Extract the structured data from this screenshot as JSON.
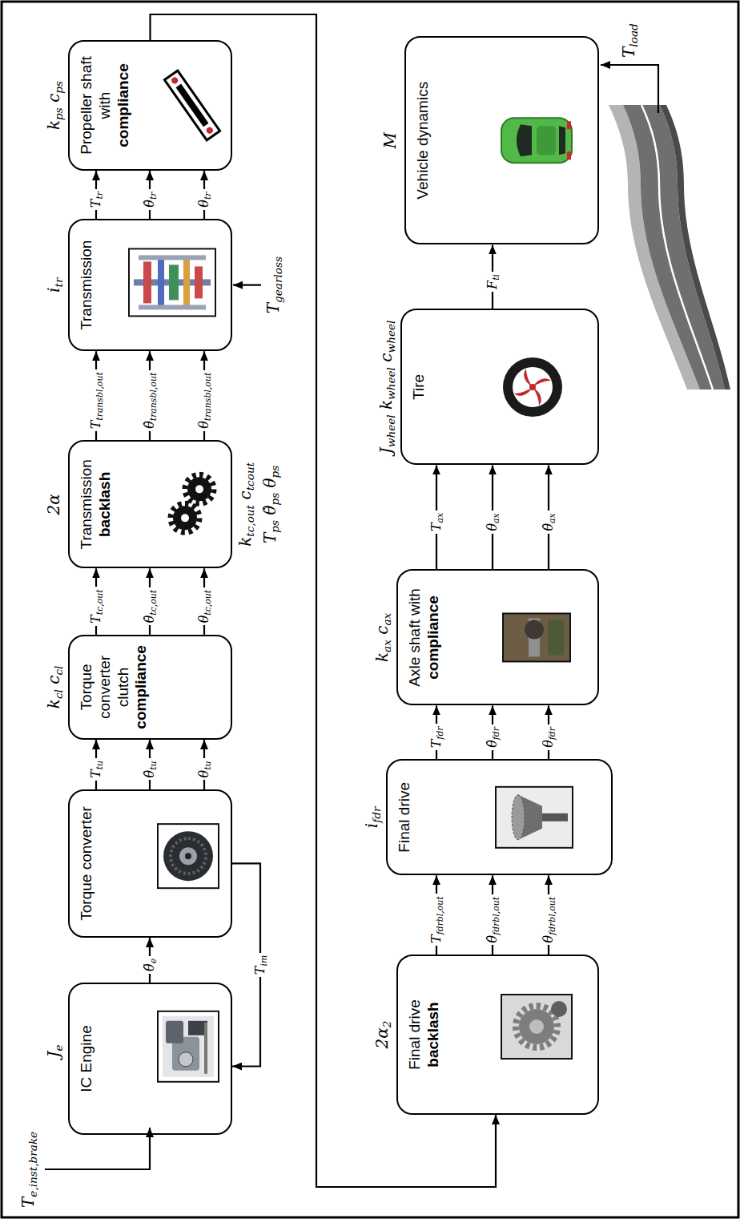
{
  "diagram": {
    "nodes": [
      {
        "text": [
          "IC Engine"
        ]
      },
      {
        "text": [
          "Torque converter"
        ]
      },
      {
        "text": [
          "Torque converter clutch",
          "compliance"
        ]
      },
      {
        "text": [
          "Transmission",
          "backlash"
        ]
      },
      {
        "text": [
          "Transmission"
        ]
      },
      {
        "text": [
          "Propeller shaft with",
          "compliance"
        ]
      },
      {
        "text": [
          "Final drive",
          "backlash"
        ]
      },
      {
        "text": [
          "Final drive"
        ]
      },
      {
        "text": [
          "Axle shaft with",
          "compliance"
        ]
      },
      {
        "text": [
          "Tire"
        ]
      },
      {
        "text": [
          "Vehicle dynamics"
        ]
      }
    ],
    "edges": [
      {
        "from": 0,
        "to": 1,
        "arrow": "to",
        "label": "θ̈e"
      },
      {
        "from": 1,
        "to": 0,
        "arrow": "to",
        "label": "Tim"
      },
      {
        "from": 1,
        "to": 2,
        "arrow": "to",
        "label": "Ttu"
      },
      {
        "from": 1,
        "to": 2,
        "arrow": "to",
        "label": "θ̇tu"
      },
      {
        "from": 1,
        "to": 2,
        "arrow": "to",
        "label": "θtu"
      },
      {
        "from": 2,
        "to": 3,
        "arrow": "to",
        "label": "Ttc,out"
      },
      {
        "from": 2,
        "to": 3,
        "arrow": "to",
        "label": "θ̇tc,out"
      },
      {
        "from": 2,
        "to": 3,
        "arrow": "to",
        "label": "θtc,out"
      },
      {
        "from": 3,
        "to": 4,
        "arrow": "to",
        "label": "Ttransbl,out"
      },
      {
        "from": 3,
        "to": 4,
        "arrow": "to",
        "label": "θ̇transbl,out"
      },
      {
        "from": 3,
        "to": 4,
        "arrow": "to",
        "label": "θtransbl,out"
      },
      {
        "from": 4,
        "to": 5,
        "arrow": "to",
        "label": "Ttr"
      },
      {
        "from": 4,
        "to": 5,
        "arrow": "to",
        "label": "θ̇tr"
      },
      {
        "from": 4,
        "to": 5,
        "arrow": "to",
        "label": "θtr"
      },
      {
        "from": 5,
        "to": 6,
        "arrow": "to"
      },
      {
        "from": 6,
        "to": 7,
        "arrow": "to",
        "label": "Tfdrbl,out"
      },
      {
        "from": 6,
        "to": 7,
        "arrow": "to",
        "label": "θ̇fdrbl,out"
      },
      {
        "from": 6,
        "to": 7,
        "arrow": "to",
        "label": "θfdrbl,out"
      },
      {
        "from": 7,
        "to": 8,
        "arrow": "to",
        "label": "Tfdr"
      },
      {
        "from": 7,
        "to": 8,
        "arrow": "to",
        "label": "θ̇fdr"
      },
      {
        "from": 7,
        "to": 8,
        "arrow": "to",
        "label": "θfdr"
      },
      {
        "from": 8,
        "to": 9,
        "arrow": "to",
        "label": "Tax"
      },
      {
        "from": 8,
        "to": 9,
        "arrow": "to",
        "label": "θax"
      },
      {
        "from": 8,
        "to": 9,
        "arrow": "to",
        "label": "θ̇ax"
      },
      {
        "from": 9,
        "to": 10,
        "arrow": "to",
        "label": "Fti"
      }
    ],
    "labels": [
      "Te,inst,brake",
      "Je",
      "kcl ccl",
      "2α",
      "ktc,out ctcout",
      "Tps θ̇ps θps",
      "itr",
      "Tgearloss",
      "kps cps",
      "2α2",
      "ifdr",
      "kax cax",
      "Jwheel kwheel cwheel",
      "M",
      "Tload"
    ]
  }
}
